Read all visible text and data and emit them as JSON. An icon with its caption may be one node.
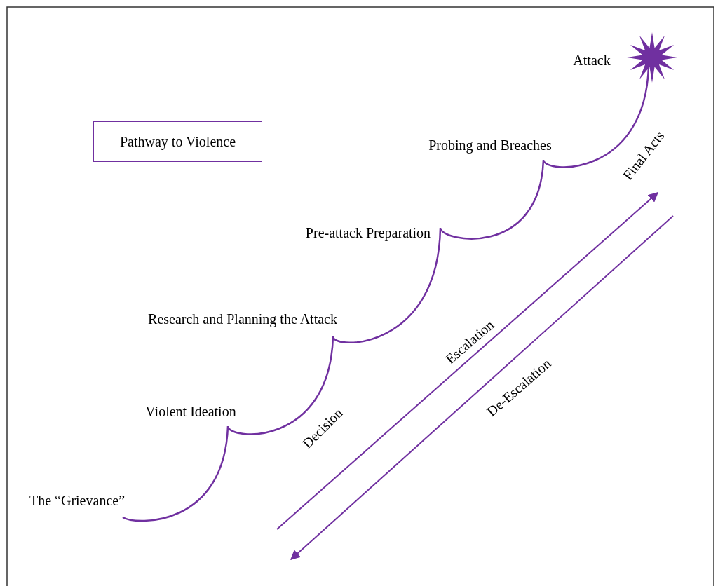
{
  "diagram": {
    "nodes": [
      {
        "text": [
          "Pathway to Violence"
        ]
      }
    ],
    "labels": [
      "The “Grievance”",
      "Violent Ideation",
      "Research and Planning the Attack",
      "Pre-attack Preparation",
      "Probing and Breaches",
      "Attack",
      "Final Acts",
      "Decision",
      "Escalation",
      "De-Escalation"
    ]
  }
}
